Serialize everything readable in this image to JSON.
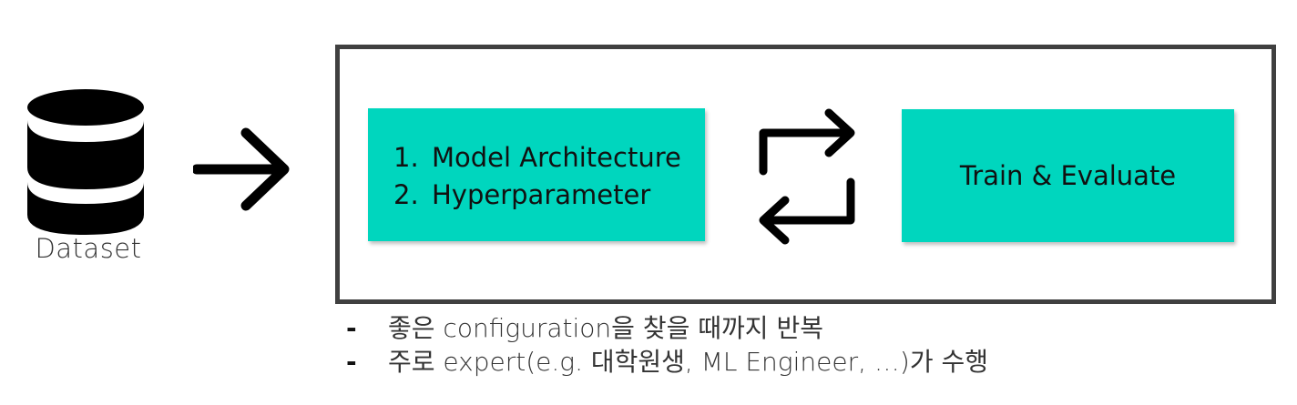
{
  "dataset": {
    "label": "Dataset",
    "icon": "database-icon"
  },
  "arrow": {
    "icon": "arrow-right-icon"
  },
  "loop": {
    "icon": "cycle-arrows-icon",
    "box_color": "#00d6be",
    "frame_color": "#404040"
  },
  "config_box": {
    "items": [
      {
        "num": "1.",
        "text": "Model Architecture"
      },
      {
        "num": "2.",
        "text": "Hyperparameter"
      }
    ]
  },
  "train_box": {
    "label": "Train & Evaluate"
  },
  "notes": [
    {
      "marker": "-",
      "text": "좋은 configuration을 찾을 때까지 반복"
    },
    {
      "marker": "-",
      "text": "주로 expert(e.g. 대학원생, ML Engineer, …)가 수행"
    }
  ]
}
